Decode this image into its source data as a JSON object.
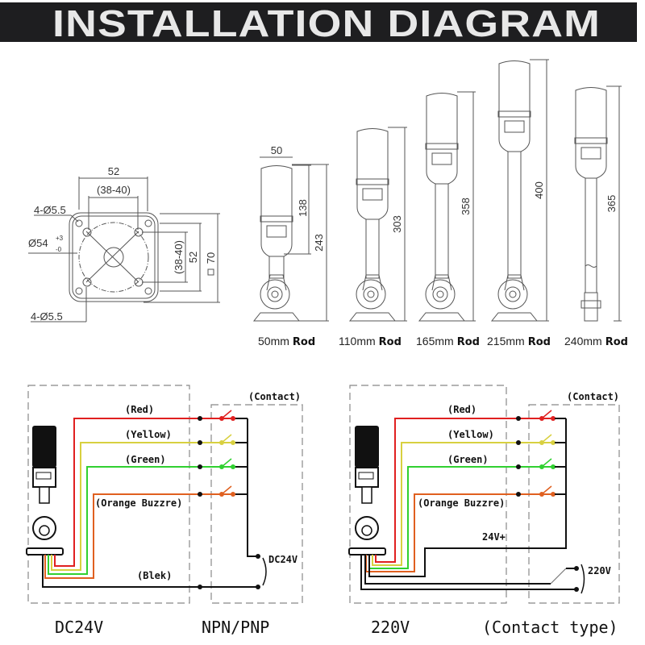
{
  "title": "INSTALLATION DIAGRAM",
  "base_plate": {
    "dim_top_outer": "52",
    "dim_top_inner": "(38-40)",
    "hole_top": "4-Ø5.5",
    "hole_bottom": "4-Ø5.5",
    "diameter": "Ø54",
    "diameter_tol_upper": "+3",
    "diameter_tol_lower": "-0",
    "dim_right_inner": "(38-40)",
    "dim_right_outer": "52",
    "dim_right_total": "70"
  },
  "towers": [
    {
      "rod": "50mm",
      "rod_word": "Rod",
      "height": "243",
      "head_height": "138",
      "width": "50"
    },
    {
      "rod": "110mm",
      "rod_word": "Rod",
      "height": "303"
    },
    {
      "rod": "165mm",
      "rod_word": "Rod",
      "height": "358"
    },
    {
      "rod": "215mm",
      "rod_word": "Rod",
      "height": "400"
    },
    {
      "rod": "240mm",
      "rod_word": "Rod",
      "height": "365"
    }
  ],
  "wiring_left": {
    "contact": "(Contact)",
    "wires": [
      "(Red)",
      "(Yellow)",
      "(Green)",
      "(Orange Buzzre)"
    ],
    "black": "(Blek)",
    "supply": "DC24V",
    "caption_left": "DC24V",
    "caption_right": "NPN/PNP"
  },
  "wiring_right": {
    "contact": "(Contact)",
    "wires": [
      "(Red)",
      "(Yellow)",
      "(Green)",
      "(Orange Buzzre)"
    ],
    "plus": "24V+",
    "supply": "220V",
    "caption_left": "220V",
    "caption_right": "(Contact type)"
  },
  "colors": {
    "red": "#e02020",
    "yellow": "#d8d040",
    "green": "#30d030",
    "orange": "#e06020",
    "black": "#111111",
    "banner": "#1e1e20"
  }
}
